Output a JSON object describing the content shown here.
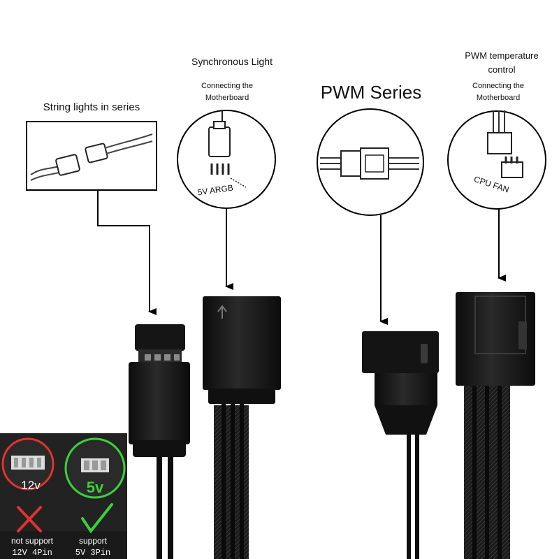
{
  "labels": {
    "string_lights": "String lights in series",
    "sync_light": "Synchronous Light",
    "sync_connect_1": "Connecting the",
    "sync_connect_2": "Motherboard",
    "argb": "5V ARGB",
    "pwm_series": "PWM Series",
    "pwm_temp_1": "PWM temperature",
    "pwm_temp_2": "control",
    "pwm_connect_1": "Connecting the",
    "pwm_connect_2": "Motherboard",
    "cpu_fan": "CPU FAN"
  },
  "inset": {
    "left_voltage": "12v",
    "right_voltage": "5v",
    "left_caption_1": "not support",
    "left_caption_2": "12V 4Pin",
    "right_caption_1": "support",
    "right_caption_2": "5V 3Pin"
  },
  "colors": {
    "connector": "#141414",
    "cable": "#0d0d0d",
    "not_supported": "#e0332e",
    "supported": "#3bd13b"
  }
}
